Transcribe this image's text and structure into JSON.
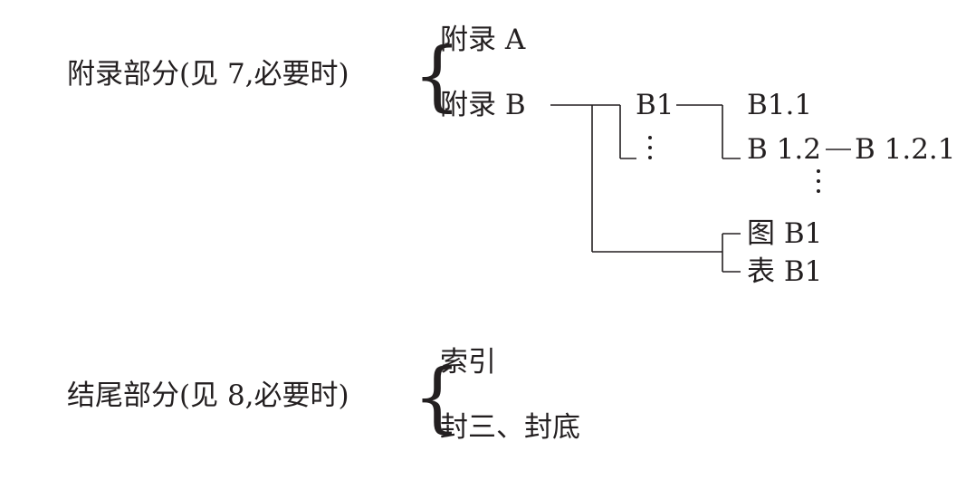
{
  "appendix_section": {
    "label": "附录部分(见 7,必要时)",
    "brace": "{",
    "items": [
      "附录 A",
      "附录 B"
    ]
  },
  "appendix_b_tree": {
    "b1": "B1",
    "b1_1": "B1.1",
    "b1_2": "B 1.2",
    "b1_2_1": "B 1.2.1",
    "figure": "图 B1",
    "table": "表 B1"
  },
  "ending_section": {
    "label": "结尾部分(见 8,必要时)",
    "brace": "{",
    "items": [
      "索引",
      "封三、封底"
    ]
  }
}
